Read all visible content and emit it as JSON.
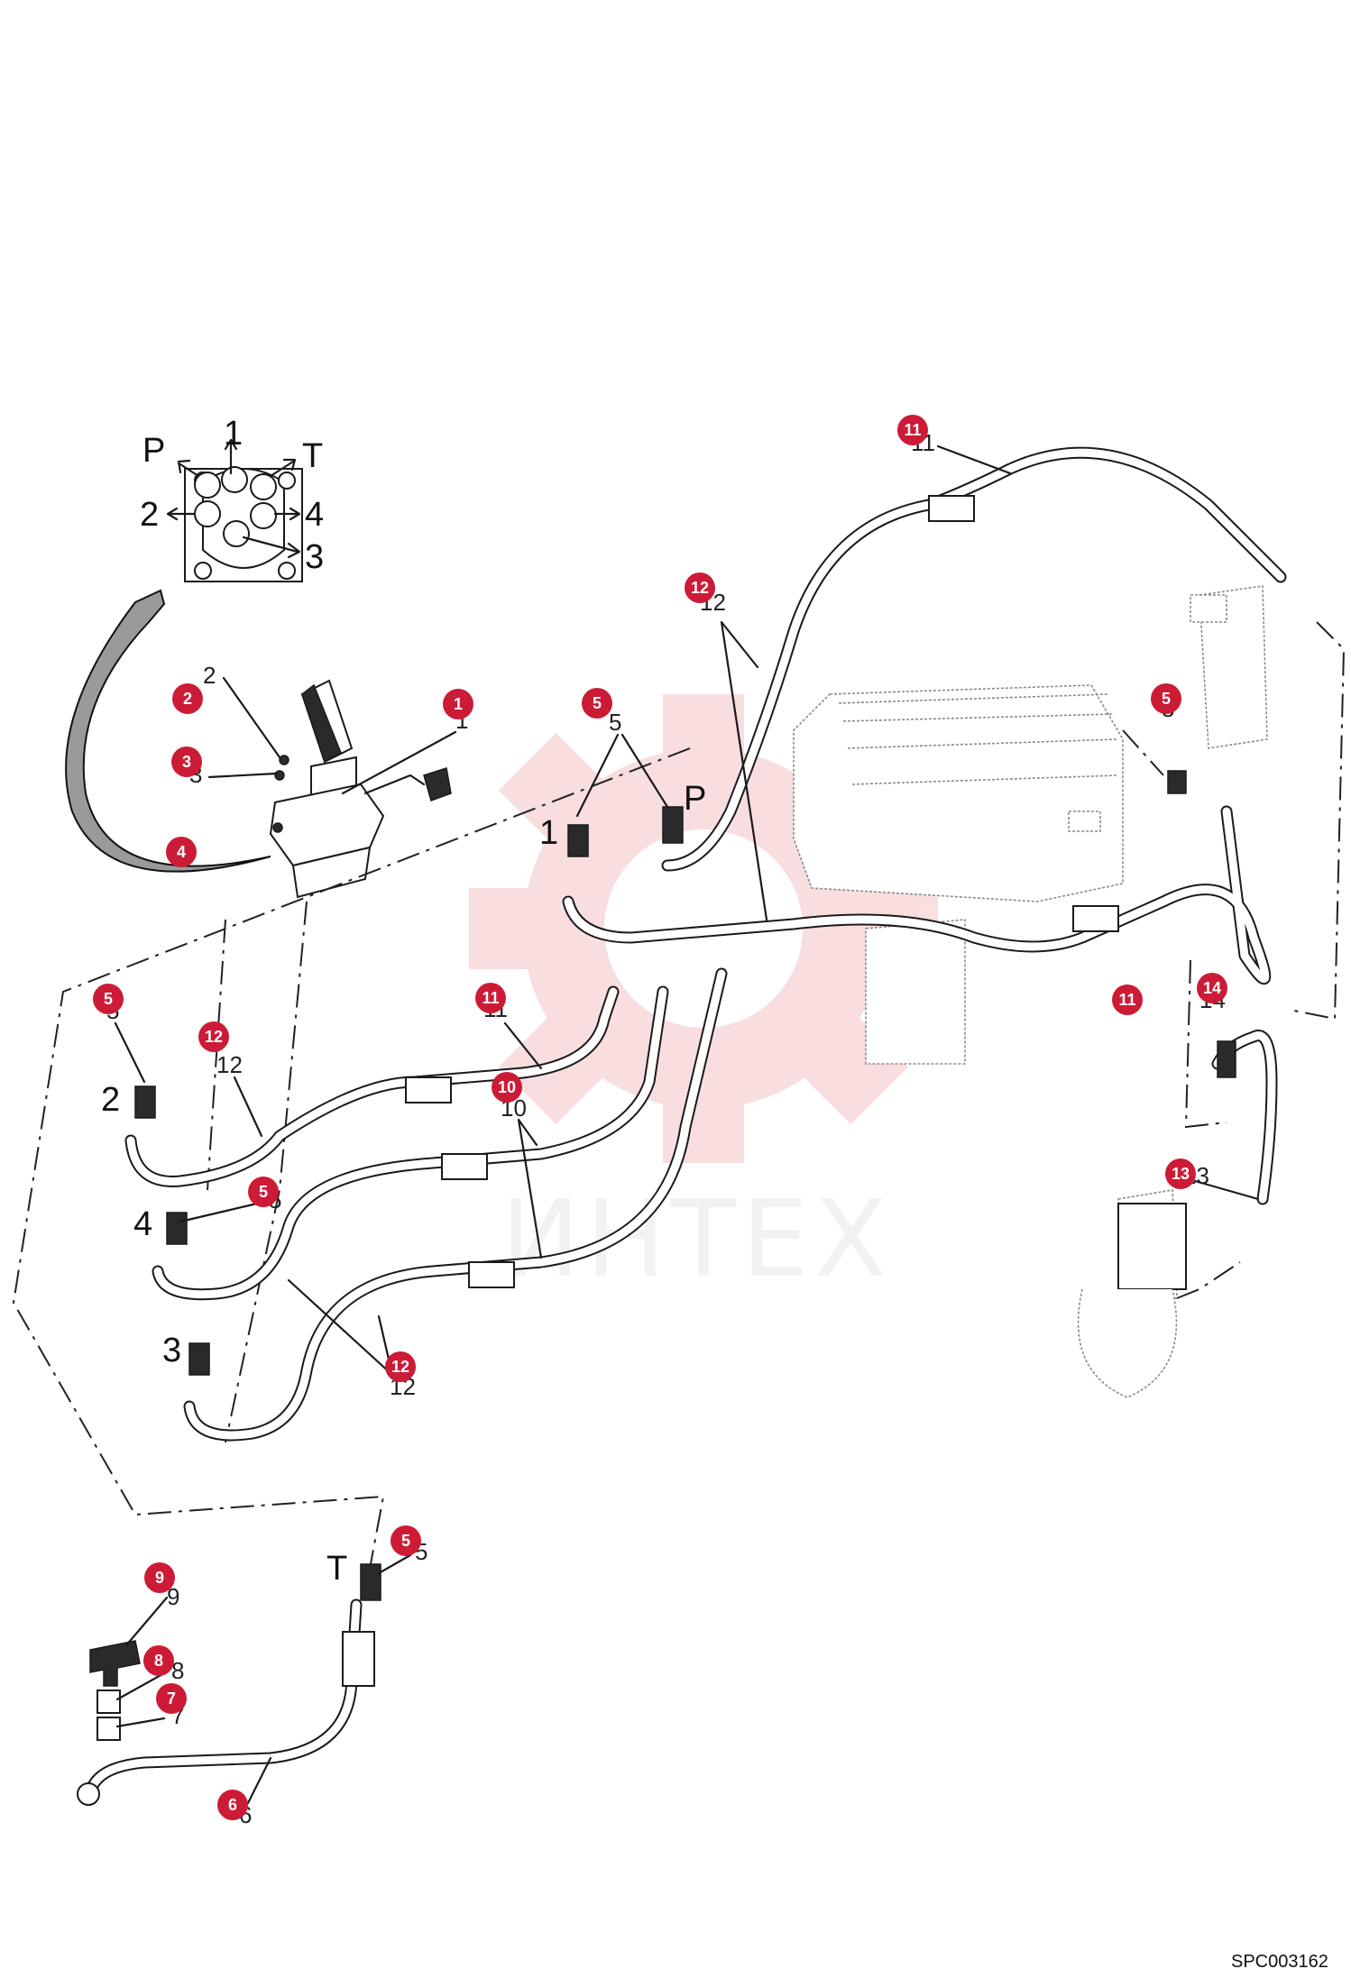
{
  "watermark": {
    "text": "ИНТЕХ",
    "color": "#f4c4c4"
  },
  "badge_color": "#cc1b36",
  "drawing_code": "SPC003162",
  "port_labels": {
    "inset_p": "P",
    "inset_1": "1",
    "inset_t": "T",
    "inset_2": "2",
    "inset_4": "4",
    "inset_3": "3",
    "valve_1": "1",
    "valve_p": "P",
    "left_2": "2",
    "left_4": "4",
    "left_3": "3",
    "tank_t": "T"
  },
  "ref_labels": {
    "r11_top": "11",
    "r12_top": "12",
    "r2": "2",
    "r3": "3",
    "r1": "1",
    "r5_mid": "5",
    "r5_right": "5",
    "r5_left": "5",
    "r12_left": "12",
    "r11_mid": "11",
    "r10": "10",
    "r5_left2": "5",
    "r12_bottom": "12",
    "r14": "14",
    "r13": "13",
    "r5_t": "5",
    "r9": "9",
    "r8": "8",
    "r7": "7",
    "r6": "6"
  },
  "badges": {
    "b11_top": "11",
    "b12_top": "12",
    "b2": "2",
    "b1": "1",
    "b5_mid": "5",
    "b5_right": "5",
    "b3": "3",
    "b4": "4",
    "b5_left": "5",
    "b12_left": "12",
    "b11_mid": "11",
    "b10": "10",
    "b11_right": "11",
    "b14": "14",
    "b5_left2": "5",
    "b13": "13",
    "b12_bottom": "12",
    "b5_t": "5",
    "b9": "9",
    "b8": "8",
    "b7": "7",
    "b6": "6"
  }
}
